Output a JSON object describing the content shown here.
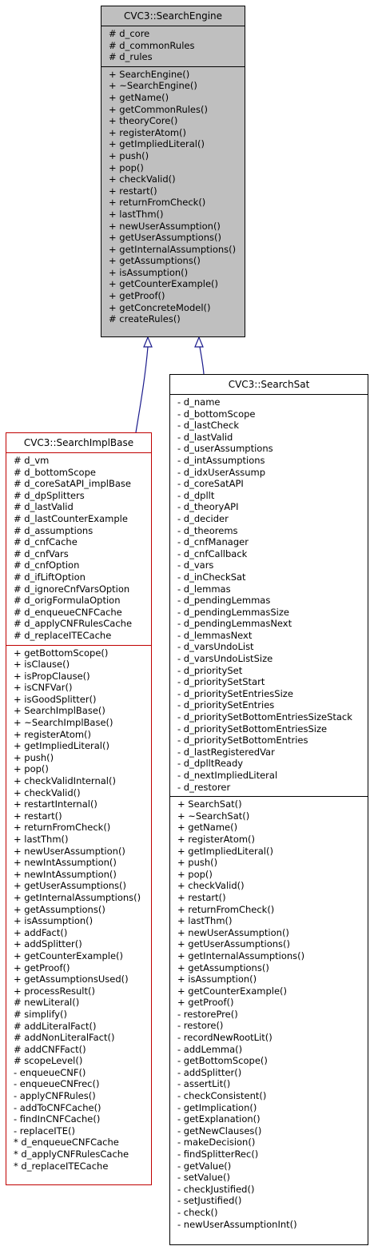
{
  "search_engine": {
    "title": "CVC3::SearchEngine",
    "attributes": [
      "# d_core",
      "# d_commonRules",
      "# d_rules"
    ],
    "methods": [
      "+ SearchEngine()",
      "+ ~SearchEngine()",
      "+ getName()",
      "+ getCommonRules()",
      "+ theoryCore()",
      "+ registerAtom()",
      "+ getImpliedLiteral()",
      "+ push()",
      "+ pop()",
      "+ checkValid()",
      "+ restart()",
      "+ returnFromCheck()",
      "+ lastThm()",
      "+ newUserAssumption()",
      "+ getUserAssumptions()",
      "+ getInternalAssumptions()",
      "+ getAssumptions()",
      "+ isAssumption()",
      "+ getCounterExample()",
      "+ getProof()",
      "+ getConcreteModel()",
      "# createRules()"
    ]
  },
  "search_impl_base": {
    "title": "CVC3::SearchImplBase",
    "attributes": [
      "# d_vm",
      "# d_bottomScope",
      "# d_coreSatAPI_implBase",
      "# d_dpSplitters",
      "# d_lastValid",
      "# d_lastCounterExample",
      "# d_assumptions",
      "# d_cnfCache",
      "# d_cnfVars",
      "# d_cnfOption",
      "# d_ifLiftOption",
      "# d_ignoreCnfVarsOption",
      "# d_origFormulaOption",
      "# d_enqueueCNFCache",
      "# d_applyCNFRulesCache",
      "# d_replaceITECache"
    ],
    "methods": [
      "+ getBottomScope()",
      "+ isClause()",
      "+ isPropClause()",
      "+ isCNFVar()",
      "+ isGoodSplitter()",
      "+ SearchImplBase()",
      "+ ~SearchImplBase()",
      "+ registerAtom()",
      "+ getImpliedLiteral()",
      "+ push()",
      "+ pop()",
      "+ checkValidInternal()",
      "+ checkValid()",
      "+ restartInternal()",
      "+ restart()",
      "+ returnFromCheck()",
      "+ lastThm()",
      "+ newUserAssumption()",
      "+ newIntAssumption()",
      "+ newIntAssumption()",
      "+ getUserAssumptions()",
      "+ getInternalAssumptions()",
      "+ getAssumptions()",
      "+ isAssumption()",
      "+ addFact()",
      "+ addSplitter()",
      "+ getCounterExample()",
      "+ getProof()",
      "+ getAssumptionsUsed()",
      "+ processResult()",
      "# newLiteral()",
      "# simplify()",
      "# addLiteralFact()",
      "# addNonLiteralFact()",
      "# addCNFFact()",
      "# scopeLevel()",
      "- enqueueCNF()",
      "- enqueueCNFrec()",
      "- applyCNFRules()",
      "- addToCNFCache()",
      "- findInCNFCache()",
      "- replaceITE()",
      "* d_enqueueCNFCache",
      "* d_applyCNFRulesCache",
      "* d_replaceITECache"
    ]
  },
  "search_sat": {
    "title": "CVC3::SearchSat",
    "attributes": [
      "- d_name",
      "- d_bottomScope",
      "- d_lastCheck",
      "- d_lastValid",
      "- d_userAssumptions",
      "- d_intAssumptions",
      "- d_idxUserAssump",
      "- d_coreSatAPI",
      "- d_dpllt",
      "- d_theoryAPI",
      "- d_decider",
      "- d_theorems",
      "- d_cnfManager",
      "- d_cnfCallback",
      "- d_vars",
      "- d_inCheckSat",
      "- d_lemmas",
      "- d_pendingLemmas",
      "- d_pendingLemmasSize",
      "- d_pendingLemmasNext",
      "- d_lemmasNext",
      "- d_varsUndoList",
      "- d_varsUndoListSize",
      "- d_prioritySet",
      "- d_prioritySetStart",
      "- d_prioritySetEntriesSize",
      "- d_prioritySetEntries",
      "- d_prioritySetBottomEntriesSizeStack",
      "- d_prioritySetBottomEntriesSize",
      "- d_prioritySetBottomEntries",
      "- d_lastRegisteredVar",
      "- d_dplltReady",
      "- d_nextImpliedLiteral",
      "- d_restorer"
    ],
    "methods": [
      "+ SearchSat()",
      "+ ~SearchSat()",
      "+ getName()",
      "+ registerAtom()",
      "+ getImpliedLiteral()",
      "+ push()",
      "+ pop()",
      "+ checkValid()",
      "+ restart()",
      "+ returnFromCheck()",
      "+ lastThm()",
      "+ newUserAssumption()",
      "+ getUserAssumptions()",
      "+ getInternalAssumptions()",
      "+ getAssumptions()",
      "+ isAssumption()",
      "+ getCounterExample()",
      "+ getProof()",
      "- restorePre()",
      "- restore()",
      "- recordNewRootLit()",
      "- addLemma()",
      "- getBottomScope()",
      "- addSplitter()",
      "- assertLit()",
      "- checkConsistent()",
      "- getImplication()",
      "- getExplanation()",
      "- getNewClauses()",
      "- makeDecision()",
      "- findSplitterRec()",
      "- getValue()",
      "- setValue()",
      "- checkJustified()",
      "- setJustified()",
      "- check()",
      "- newUserAssumptionInt()"
    ]
  },
  "colors": {
    "base_fill": "#bfbfbf",
    "protected_border": "#c00000",
    "edge": "#1a1a8c"
  }
}
